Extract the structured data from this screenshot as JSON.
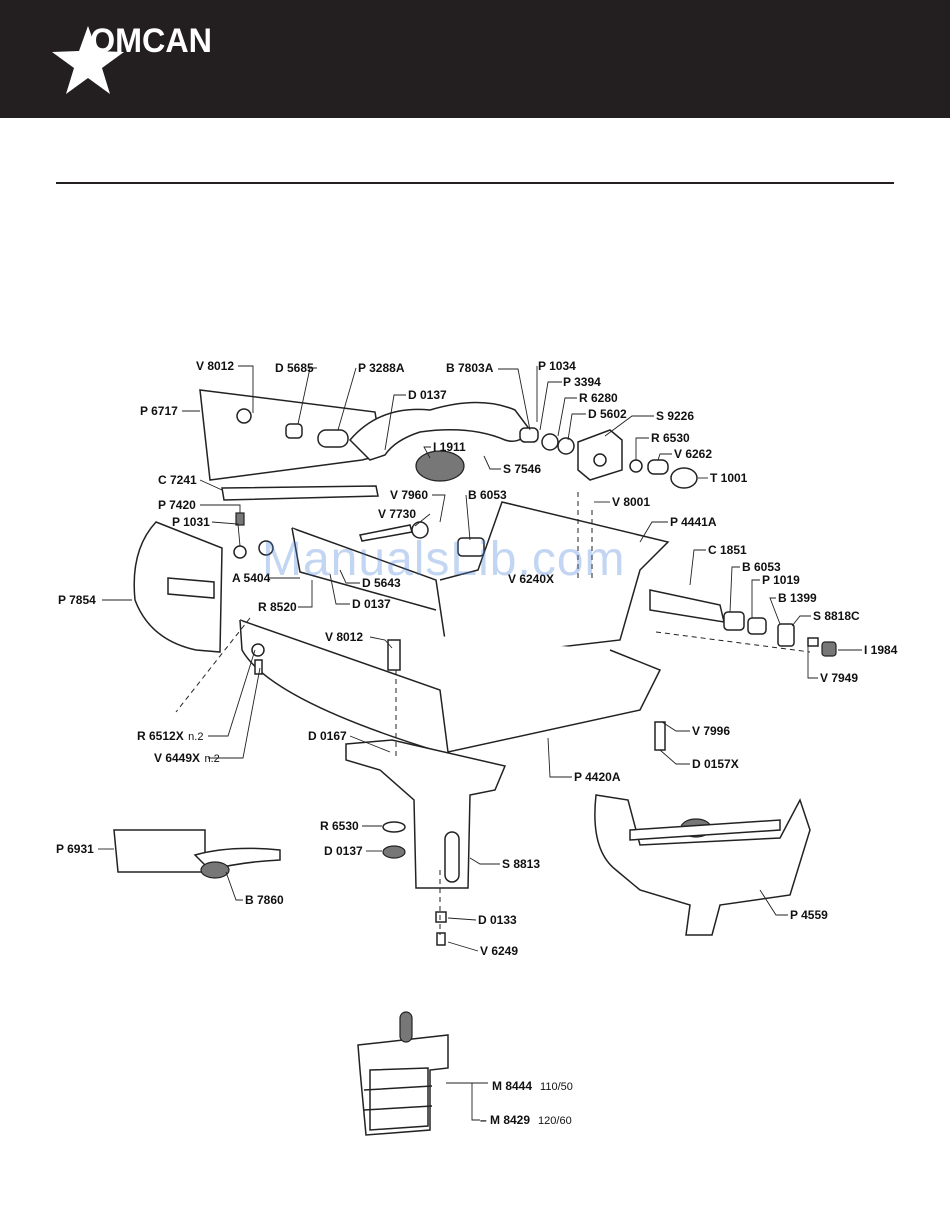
{
  "brand": {
    "name": "OMCAN"
  },
  "watermark": "ManualsLib.com",
  "parts": [
    {
      "code": "V 8012"
    },
    {
      "code": "D 5685"
    },
    {
      "code": "P 3288A"
    },
    {
      "code": "B 7803A"
    },
    {
      "code": "P 1034"
    },
    {
      "code": "P 3394"
    },
    {
      "code": "R 6280"
    },
    {
      "code": "D 5602"
    },
    {
      "code": "S 9226"
    },
    {
      "code": "R 6530"
    },
    {
      "code": "V 6262"
    },
    {
      "code": "T 1001"
    },
    {
      "code": "P 6717"
    },
    {
      "code": "D 0137"
    },
    {
      "code": "I 1911"
    },
    {
      "code": "S 7546"
    },
    {
      "code": "C 7241"
    },
    {
      "code": "V 7960"
    },
    {
      "code": "B 6053"
    },
    {
      "code": "V 8001"
    },
    {
      "code": "P 7420"
    },
    {
      "code": "V 7730"
    },
    {
      "code": "P 4441A"
    },
    {
      "code": "P 1031"
    },
    {
      "code": "C 1851"
    },
    {
      "code": "A 5404"
    },
    {
      "code": "D 5643"
    },
    {
      "code": "V 6240X"
    },
    {
      "code": "B 6053"
    },
    {
      "code": "P 1019"
    },
    {
      "code": "P 7854"
    },
    {
      "code": "R 8520"
    },
    {
      "code": "D 0137"
    },
    {
      "code": "B 1399"
    },
    {
      "code": "S 8818C"
    },
    {
      "code": "V 8012"
    },
    {
      "code": "I 1984"
    },
    {
      "code": "V 7949"
    },
    {
      "code": "V 7996"
    },
    {
      "code": "R 6512X",
      "note": "n.2"
    },
    {
      "code": "D 0167"
    },
    {
      "code": "V 6449X",
      "note": "n.2"
    },
    {
      "code": "D 0157X"
    },
    {
      "code": "P 4420A"
    },
    {
      "code": "R 6530"
    },
    {
      "code": "P 6931"
    },
    {
      "code": "D 0137"
    },
    {
      "code": "S 8813"
    },
    {
      "code": "B 7860"
    },
    {
      "code": "P 4559"
    },
    {
      "code": "D 0133"
    },
    {
      "code": "V 6249"
    }
  ],
  "motors": [
    {
      "code": "M 8444",
      "spec": "110/50"
    },
    {
      "code": "– M 8429",
      "spec": "120/60"
    }
  ]
}
